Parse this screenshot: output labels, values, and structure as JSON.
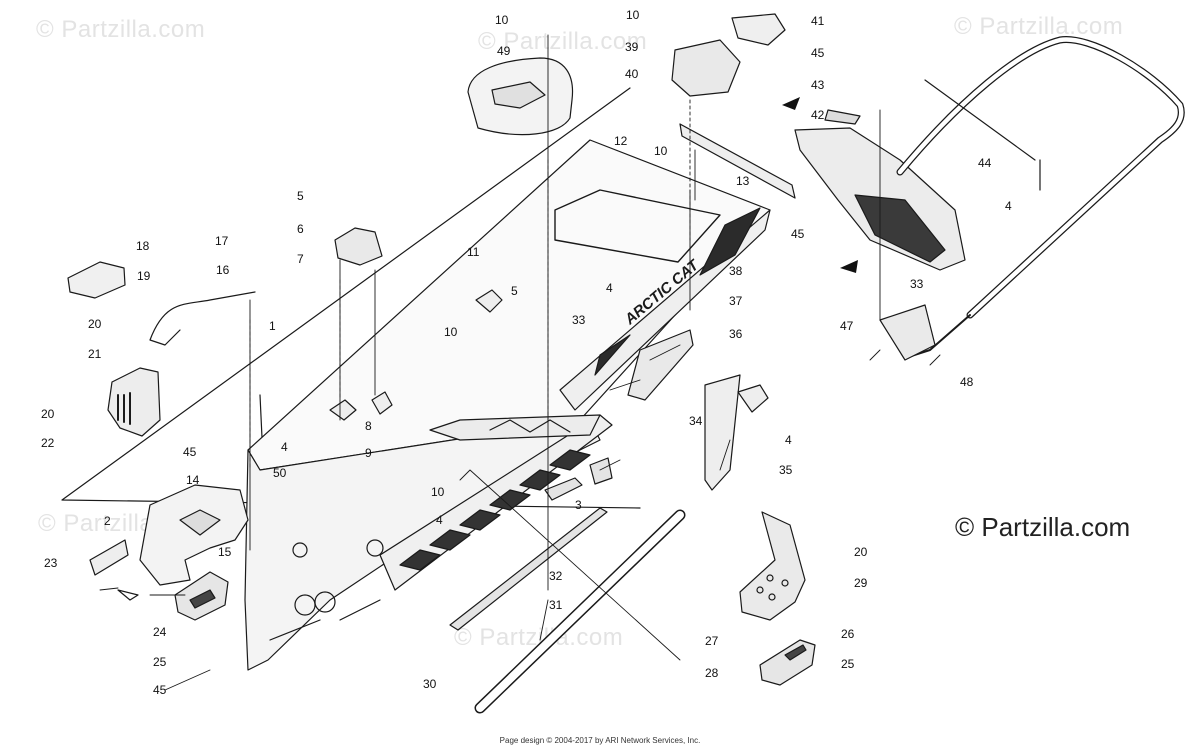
{
  "watermarks": {
    "text": "© Partzilla.com",
    "main": "© Partzilla.com"
  },
  "decal_text": "ARCTIC CAT",
  "footer": "Page design © 2004-2017 by ARI Network Services, Inc.",
  "callouts": [
    "10",
    "49",
    "10",
    "41",
    "39",
    "40",
    "45",
    "43",
    "42",
    "12",
    "10",
    "13",
    "44",
    "5",
    "6",
    "7",
    "18",
    "17",
    "16",
    "19",
    "11",
    "5",
    "38",
    "4",
    "37",
    "4",
    "45",
    "20",
    "1",
    "21",
    "33",
    "36",
    "10",
    "33",
    "47",
    "48",
    "20",
    "22",
    "8",
    "9",
    "34",
    "4",
    "45",
    "14",
    "4",
    "50",
    "35",
    "10",
    "3",
    "2",
    "4",
    "23",
    "15",
    "32",
    "20",
    "29",
    "31",
    "24",
    "27",
    "26",
    "25",
    "28",
    "25",
    "45",
    "30"
  ],
  "colors": {
    "line": "#1a1a1a",
    "shade": "#5a5a5a",
    "dark": "#222222",
    "watermark": "#e3e3e3"
  }
}
